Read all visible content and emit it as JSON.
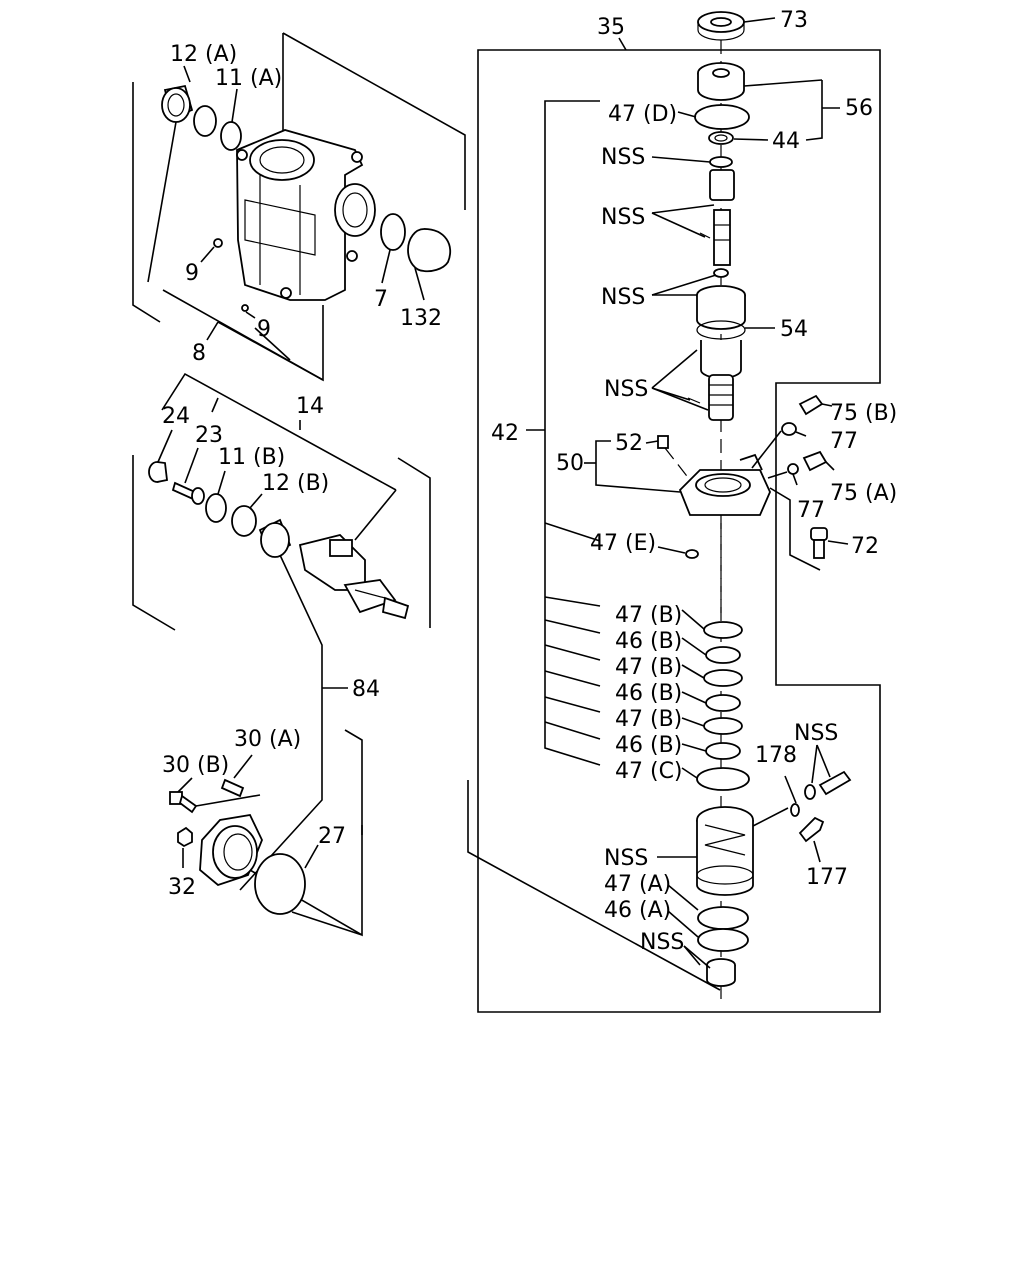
{
  "labels": {
    "l35": "35",
    "l73": "73",
    "l56": "56",
    "l47d": "47 (D)",
    "l44": "44",
    "nss1": "NSS",
    "nss2": "NSS",
    "nss3": "NSS",
    "nss4": "NSS",
    "l54": "54",
    "l42": "42",
    "l52": "52",
    "l50": "50",
    "l75b": "75 (B)",
    "l77a": "77",
    "l75a": "75 (A)",
    "l77b": "77",
    "l72": "72",
    "l47e": "47 (E)",
    "l47b1": "47 (B)",
    "l46b1": "46 (B)",
    "l47b2": "47 (B)",
    "l46b2": "46 (B)",
    "l47b3": "47 (B)",
    "l46b3": "46 (B)",
    "l47c": "47 (C)",
    "nss5": "NSS",
    "l178": "178",
    "l177": "177",
    "nss6": "NSS",
    "l47a": "47 (A)",
    "l46a": "46 (A)",
    "nss7": "NSS",
    "l12a": "12 (A)",
    "l11a": "11 (A)",
    "l9a": "9",
    "l9b": "9",
    "l8": "8",
    "l7": "7",
    "l132": "132",
    "l14": "14",
    "l24": "24",
    "l23": "23",
    "l11b": "11 (B)",
    "l12b": "12 (B)",
    "l84": "84",
    "l30a": "30 (A)",
    "l30b": "30 (B)",
    "l32": "32",
    "l27": "27"
  }
}
